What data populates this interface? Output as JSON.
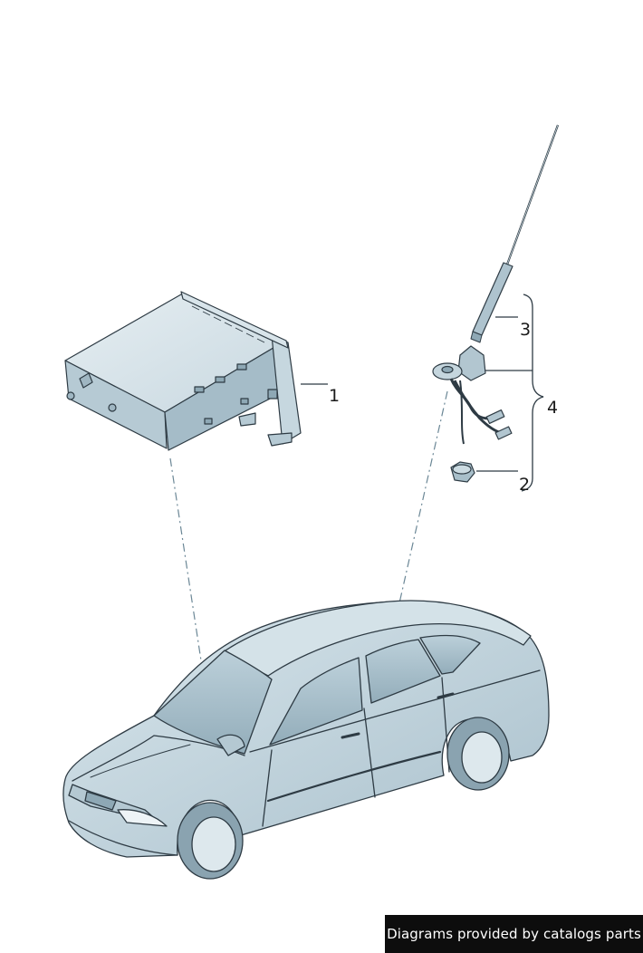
{
  "callouts": {
    "c1": "1",
    "c2": "2",
    "c3": "3",
    "c4": "4"
  },
  "footer": {
    "credit": "Diagrams provided by catalogs parts"
  },
  "colors": {
    "fill_light": "#dfeaef",
    "fill_mid": "#c3d6df",
    "fill_dark": "#9fb6c2",
    "stroke": "#2e3b44",
    "footer_bg": "#0d0d0d"
  }
}
